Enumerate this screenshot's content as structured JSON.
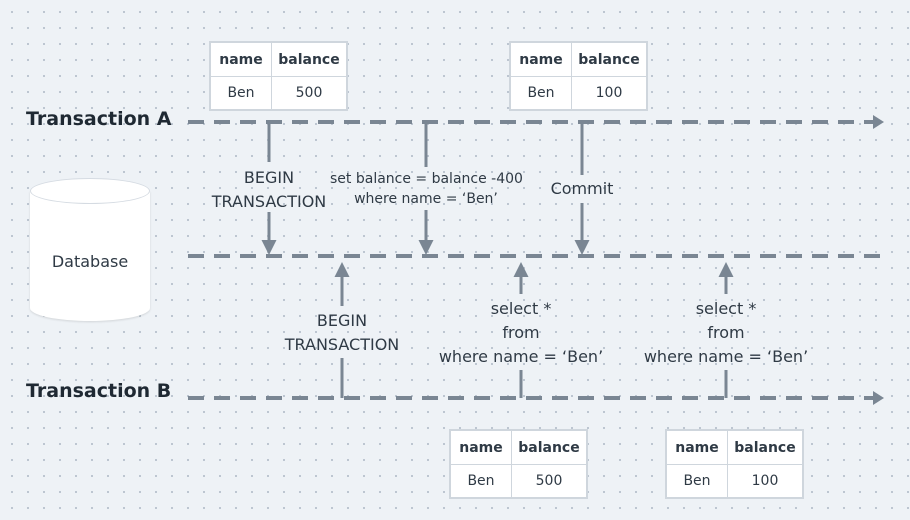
{
  "lanes": {
    "transaction_a": "Transaction A",
    "transaction_b": "Transaction B",
    "database": "Database"
  },
  "steps_a": {
    "begin": [
      "BEGIN",
      "TRANSACTION"
    ],
    "update": [
      "set balance = balance -400",
      "where name = ‘Ben’"
    ],
    "commit": "Commit"
  },
  "steps_b": {
    "begin": [
      "BEGIN",
      "TRANSACTION"
    ],
    "select_1": [
      "select *",
      "from",
      "where name = ‘Ben’"
    ],
    "select_2": [
      "select *",
      "from",
      "where name = ‘Ben’"
    ]
  },
  "tables": {
    "a_before": {
      "headers": [
        "name",
        "balance"
      ],
      "row": [
        "Ben",
        "500"
      ]
    },
    "a_after": {
      "headers": [
        "name",
        "balance"
      ],
      "row": [
        "Ben",
        "100"
      ]
    },
    "b_first": {
      "headers": [
        "name",
        "balance"
      ],
      "row": [
        "Ben",
        "500"
      ]
    },
    "b_second": {
      "headers": [
        "name",
        "balance"
      ],
      "row": [
        "Ben",
        "100"
      ]
    }
  },
  "colors": {
    "line": "#7a8693",
    "text": "#2f3a45",
    "background": "#eef2f6"
  }
}
